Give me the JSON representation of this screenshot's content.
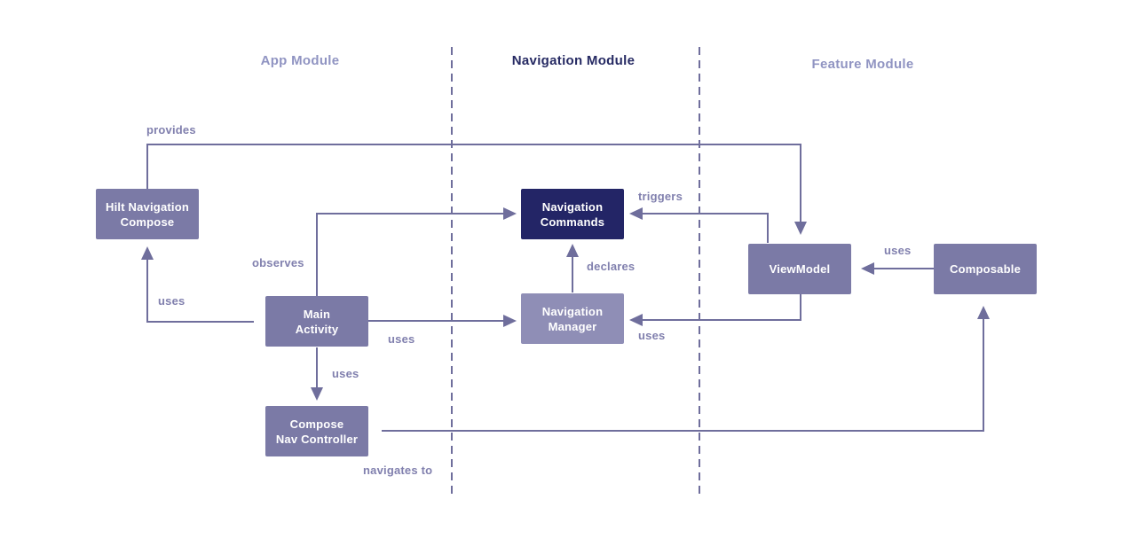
{
  "theme": {
    "background": "#ffffff",
    "node_fill": "#7B7AA6",
    "node_fill_light": "#8F8EB6",
    "node_fill_dark": "#232566",
    "node_text": "#ffffff",
    "line_color": "#6F6E9C",
    "label_color": "#8180AE",
    "module_header_light": "#9094C2",
    "module_header_dark": "#262A63"
  },
  "diagram": {
    "modules": [
      {
        "label": "App Module"
      },
      {
        "label": "Navigation Module"
      },
      {
        "label": "Feature Module"
      }
    ],
    "nodes": [
      {
        "id": "hilt-navigation-compose",
        "label": "Hilt Navigation\nCompose",
        "variant": "default"
      },
      {
        "id": "main-activity",
        "label": "Main\nActivity",
        "variant": "default"
      },
      {
        "id": "compose-nav-controller",
        "label": "Compose\nNav Controller",
        "variant": "default"
      },
      {
        "id": "navigation-commands",
        "label": "Navigation\nCommands",
        "variant": "dark"
      },
      {
        "id": "navigation-manager",
        "label": "Navigation\nManager",
        "variant": "light"
      },
      {
        "id": "viewmodel",
        "label": "ViewModel",
        "variant": "default"
      },
      {
        "id": "composable",
        "label": "Composable",
        "variant": "default"
      }
    ],
    "edges": [
      {
        "from": "hilt-navigation-compose",
        "to": "viewmodel",
        "label": "provides"
      },
      {
        "from": "main-activity",
        "to": "hilt-navigation-compose",
        "label": "uses"
      },
      {
        "from": "main-activity",
        "to": "navigation-commands",
        "label": "observes"
      },
      {
        "from": "main-activity",
        "to": "navigation-manager",
        "label": "uses"
      },
      {
        "from": "main-activity",
        "to": "compose-nav-controller",
        "label": "uses"
      },
      {
        "from": "compose-nav-controller",
        "to": "composable",
        "label": "navigates to"
      },
      {
        "from": "navigation-manager",
        "to": "navigation-commands",
        "label": "declares"
      },
      {
        "from": "viewmodel",
        "to": "navigation-commands",
        "label": "triggers"
      },
      {
        "from": "viewmodel",
        "to": "navigation-manager",
        "label": "uses"
      },
      {
        "from": "composable",
        "to": "viewmodel",
        "label": "uses"
      }
    ]
  }
}
